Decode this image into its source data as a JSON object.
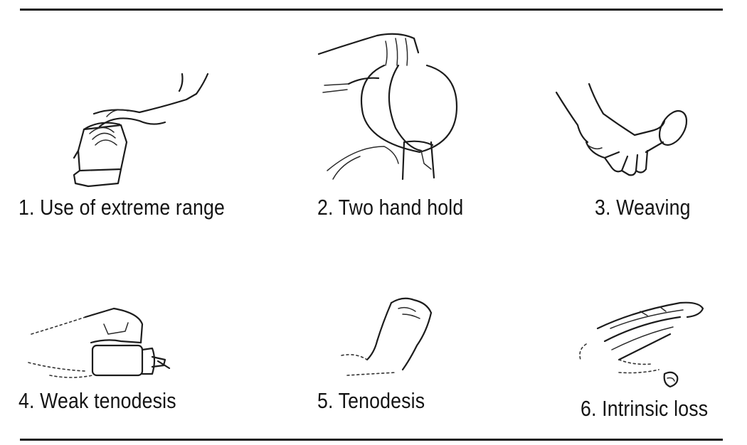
{
  "panels": [
    {
      "caption": "1. Use of extreme range",
      "icon": "hand-gripping-lever-illustration"
    },
    {
      "caption": "2. Two hand hold",
      "icon": "two-hands-holding-cup-illustration"
    },
    {
      "caption": "3. Weaving",
      "icon": "hand-weaving-spoon-illustration"
    },
    {
      "caption": "4. Weak tenodesis",
      "icon": "hand-weak-tenodesis-illustration"
    },
    {
      "caption": "5. Tenodesis",
      "icon": "hand-tenodesis-illustration"
    },
    {
      "caption": "6. Intrinsic loss",
      "icon": "hand-intrinsic-loss-illustration"
    }
  ]
}
